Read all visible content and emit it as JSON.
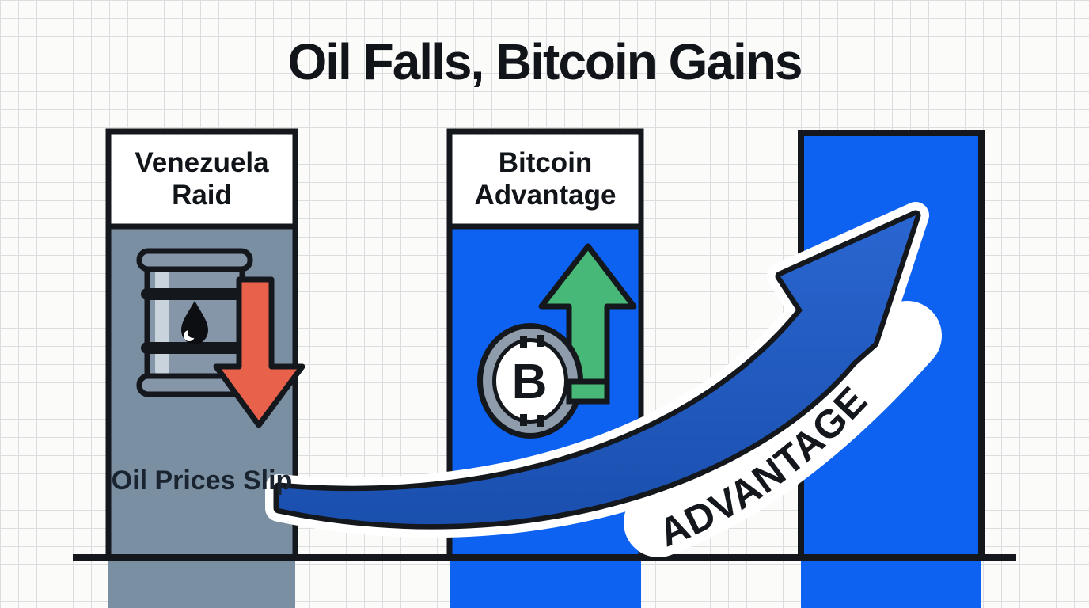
{
  "title": "Oil Falls, Bitcoin Gains",
  "columns": {
    "left": {
      "header": "Venezuela Raid",
      "caption": "Oil Prices Slip"
    },
    "middle": {
      "header": "Bitcoin Advantage"
    },
    "right": {
      "header": ""
    }
  },
  "growth_arrow": {
    "label": "ADVANTAGE"
  },
  "icons": {
    "bitcoin_symbol": "B"
  },
  "colors": {
    "column_blue": "#0d62f2",
    "slate_gray": "#7b8fa2",
    "barrel_gray": "#8496a8",
    "barrel_highlight": "#c9d3dc",
    "arrow_red": "#e8614b",
    "arrow_green": "#47b877",
    "swoosh_blue_light": "#2a66d0",
    "swoosh_blue_dark": "#1a4fae",
    "outline": "#14171c",
    "grid_line": "#dcdde0"
  }
}
